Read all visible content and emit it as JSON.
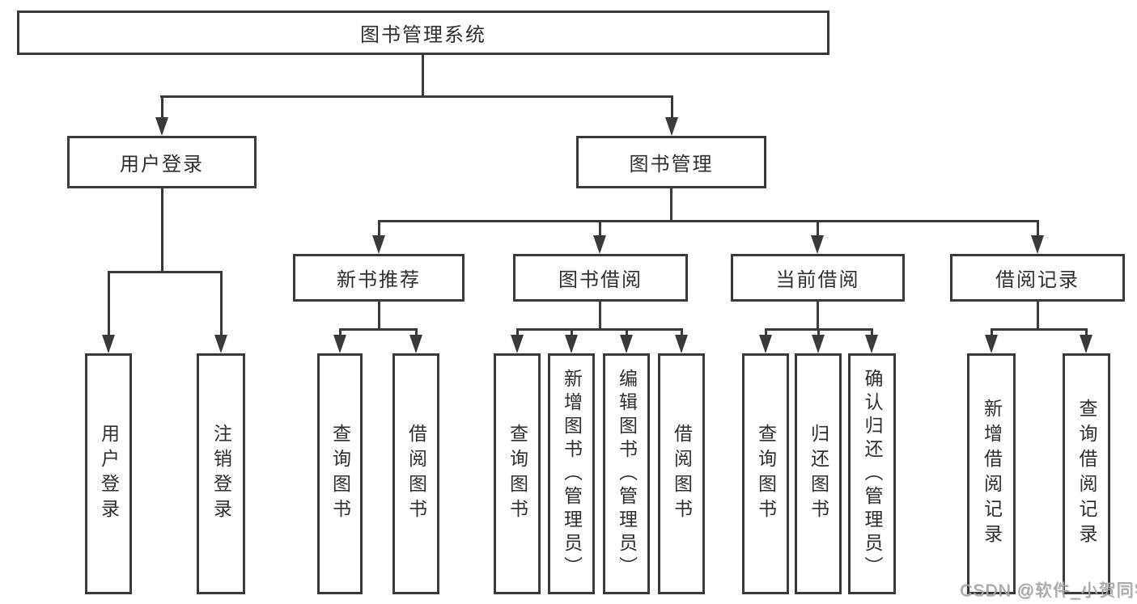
{
  "diagram_type": "hierarchy-tree",
  "tree": {
    "root": {
      "label": "图书管理系统",
      "children": [
        {
          "label": "用户登录",
          "children": [
            {
              "label": "用户登录"
            },
            {
              "label": "注销登录"
            }
          ]
        },
        {
          "label": "图书管理",
          "children": [
            {
              "label": "新书推荐",
              "children": [
                {
                  "label": "查询图书"
                },
                {
                  "label": "借阅图书"
                }
              ]
            },
            {
              "label": "图书借阅",
              "children": [
                {
                  "label": "查询图书"
                },
                {
                  "label": "新增图书（管理员）"
                },
                {
                  "label": "编辑图书（管理员）"
                },
                {
                  "label": "借阅图书"
                }
              ]
            },
            {
              "label": "当前借阅",
              "children": [
                {
                  "label": "查询图书"
                },
                {
                  "label": "归还图书"
                },
                {
                  "label": "确认归还（管理员）"
                }
              ]
            },
            {
              "label": "借阅记录",
              "children": [
                {
                  "label": "新增借阅记录"
                },
                {
                  "label": "查询借阅记录"
                }
              ]
            }
          ]
        }
      ]
    }
  },
  "watermark": "CSDN @软件_小贺同学",
  "colors": {
    "line": "#3a3a3a",
    "text": "#2f2f2f",
    "background": "#ffffff",
    "watermark": "#a9a9a9"
  }
}
